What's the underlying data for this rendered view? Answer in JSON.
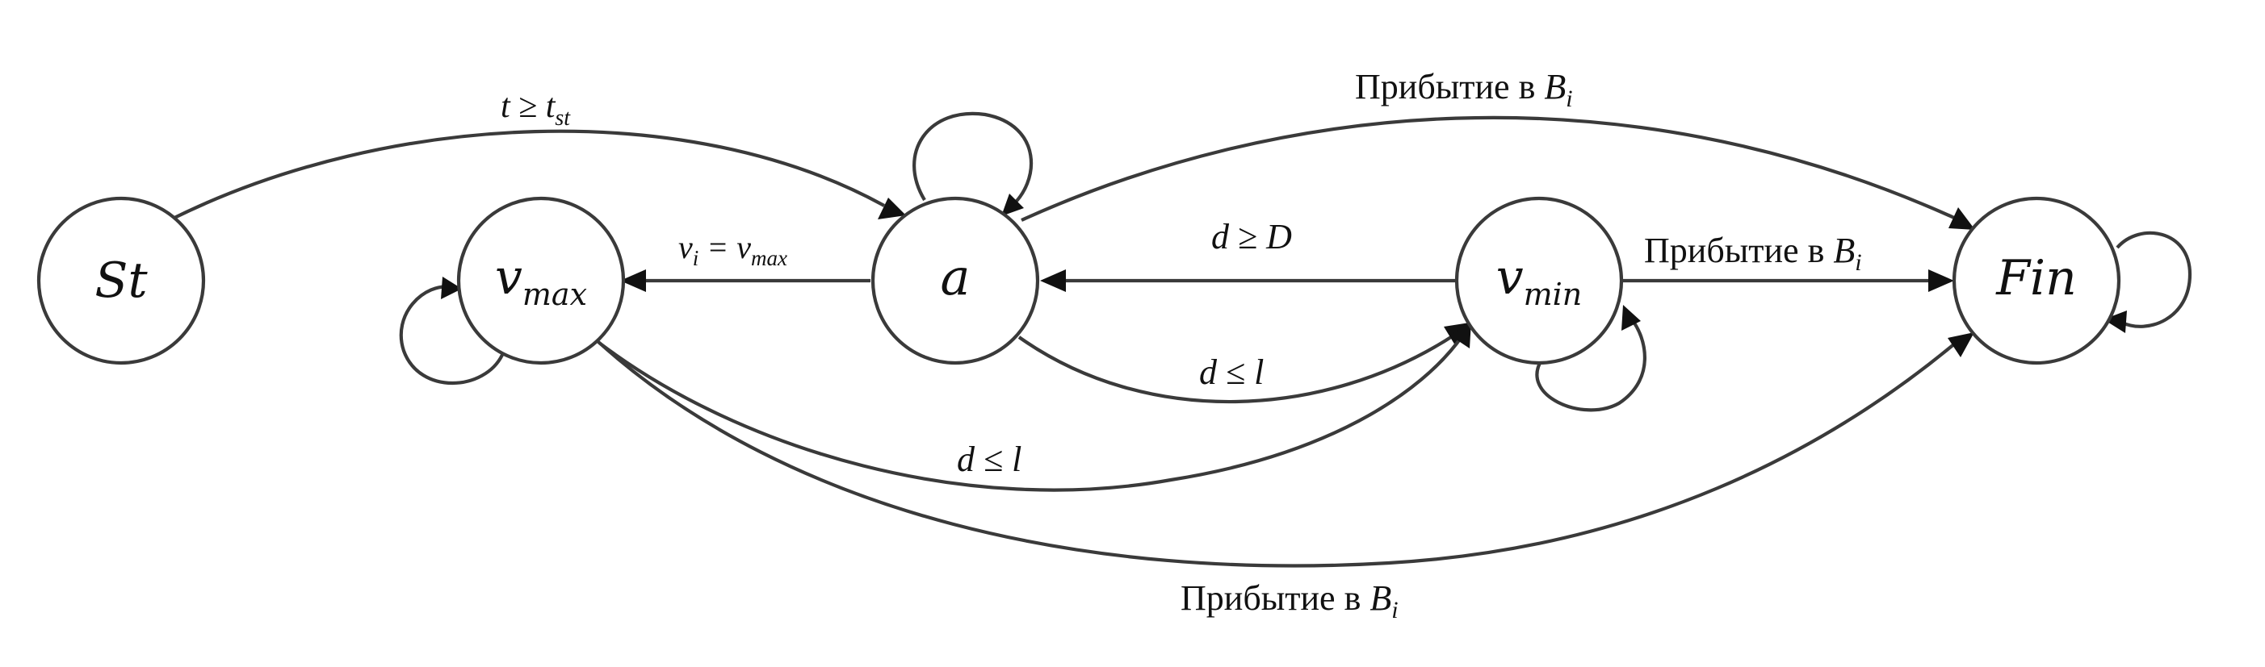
{
  "diagram": {
    "nodes": {
      "st": {
        "label": "St"
      },
      "vmax": {
        "label": "v",
        "sub": "max"
      },
      "a": {
        "label": "a"
      },
      "vmin": {
        "label": "v",
        "sub": "min"
      },
      "fin": {
        "label": "Fin"
      }
    },
    "edges": {
      "st_a": {
        "pre": "t ≥ t",
        "sub": "st"
      },
      "a_fin": {
        "text": "Прибытие в ",
        "var": "B",
        "sub": "i"
      },
      "a_vmax": {
        "pre": "v",
        "sub1": "i",
        "mid": " = v",
        "sub2": "max"
      },
      "vmin_a": {
        "text": "d ≥ D"
      },
      "vmin_fin": {
        "text": "Прибытие в ",
        "var": "B",
        "sub": "i"
      },
      "a_vmin": {
        "text": "d ≤ l"
      },
      "vmax_vmin": {
        "text": "d ≤ l"
      },
      "vmax_fin": {
        "text": "Прибытие в ",
        "var": "B",
        "sub": "i"
      }
    }
  }
}
